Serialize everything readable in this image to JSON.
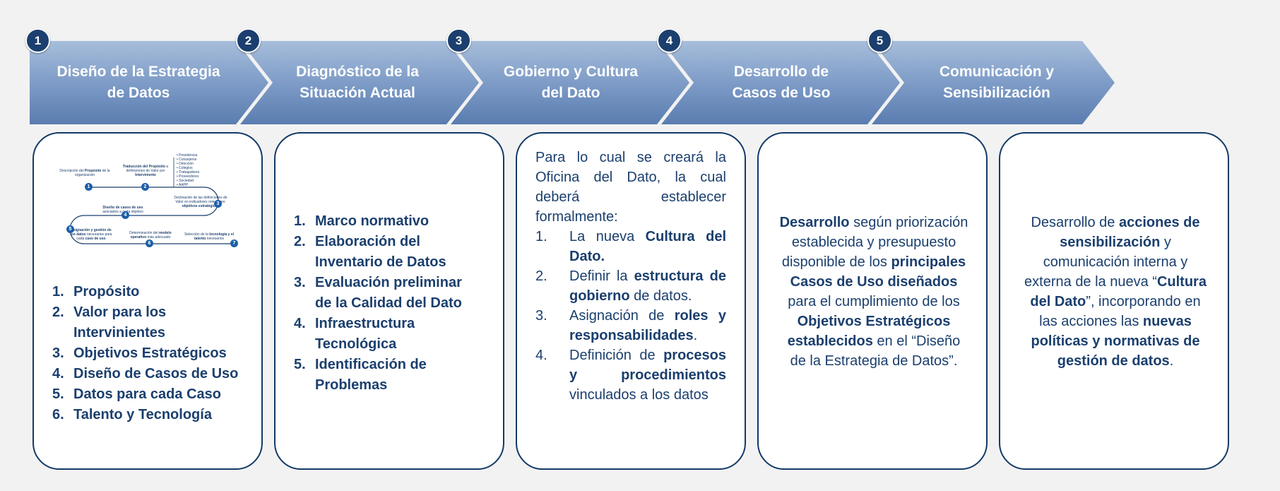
{
  "steps": [
    {
      "num": "1",
      "title": "Diseño de la Estrategia de Datos"
    },
    {
      "num": "2",
      "title": "Diagnóstico de la Situación Actual"
    },
    {
      "num": "3",
      "title": "Gobierno y Cultura del Dato"
    },
    {
      "num": "4",
      "title": "Desarrollo de Casos de Uso"
    },
    {
      "num": "5",
      "title": "Comunicación y Sensibilización"
    }
  ],
  "card1": {
    "mini": {
      "l1a": "Descripción del ",
      "l1b": "Propósito",
      "l1c": " de la organización",
      "l2a": "Traducción del Propósito",
      "l2b": " a definiciones de Valor por ",
      "l2c": "Interviniente",
      "stakeholders": [
        "Presidencia",
        "Consejeros",
        "Dirección",
        "Colegios",
        "Trabajadores",
        "Proveedores",
        "Sociedad",
        "AAPP"
      ],
      "l3a": "Declinación de las definiciones de Valor en indicadores relevantes: ",
      "l3b": "objetivos estratégicos",
      "l4a": "Diseño de casos de uso",
      "l4b": " asociados a cada objetivo",
      "l5a": "Asignación y gestión de ",
      "l5b": "los datos",
      "l5c": " necesarios para cada ",
      "l5d": "caso de uso",
      "l6a": "Determinación del ",
      "l6b": "modelo operativo",
      "l6c": " más adecuado",
      "l7a": "Selección de la ",
      "l7b": "tecnología y el talento",
      "l7c": " necesarios",
      "dots": [
        "1",
        "2",
        "3",
        "4",
        "5",
        "6",
        "7"
      ]
    },
    "items": [
      {
        "n": "1.",
        "t": "Propósito"
      },
      {
        "n": "2.",
        "t": "Valor para los Intervinientes"
      },
      {
        "n": "3.",
        "t": "Objetivos Estratégicos"
      },
      {
        "n": "4.",
        "t": "Diseño de Casos de Uso"
      },
      {
        "n": "5.",
        "t": "Datos para cada Caso"
      },
      {
        "n": "6.",
        "t": "Talento y Tecnología"
      }
    ]
  },
  "card2": {
    "items": [
      {
        "n": "1.",
        "t": "Marco normativo"
      },
      {
        "n": "2.",
        "t": "Elaboración del Inventario de Datos"
      },
      {
        "n": "3.",
        "t": "Evaluación preliminar de la Calidad del Dato"
      },
      {
        "n": "4.",
        "t": "Infraestructura Tecnológica"
      },
      {
        "n": "5.",
        "t": "Identificación de Problemas"
      }
    ]
  },
  "card3": {
    "intro": "Para lo cual se creará la Oficina del Dato, la cual deberá establecer formalmente:",
    "i1": {
      "n": "1",
      "a": "La nueva ",
      "b": "Cultura del Dato."
    },
    "i2": {
      "n": "2",
      "a": "Definir la ",
      "b": "estructura de gobierno",
      "c": " de datos."
    },
    "i3": {
      "n": "3",
      "a": "Asignación de ",
      "b": "roles y responsabilidades",
      "c": "."
    },
    "i4": {
      "n": "4",
      "a": "Definición de ",
      "b": "procesos y procedimientos",
      "c": " vinculados a los datos"
    }
  },
  "card4": {
    "p1": "Desarrollo",
    "p2": " según priorización establecida y presupuesto disponible de los ",
    "p3": "principales Casos de Uso diseñados",
    "p4": " para el cumplimiento de los ",
    "p5": "Objetivos Estratégicos establecidos",
    "p6": " en el “Diseño de la Estrategia de Datos”."
  },
  "card5": {
    "p1": "Desarrollo de ",
    "p2": "acciones de sensibilización",
    "p3": " y comunicación interna y externa de la nueva “",
    "p4": "Cultura del Dato",
    "p5": "”, incorporando en las acciones las ",
    "p6": "nuevas políticas y normativas de gestión de datos",
    "p7": "."
  },
  "colors": {
    "arrow_top": "#9fb7d5",
    "arrow_bottom": "#5b7db1",
    "dark_blue": "#1b3f6e",
    "border": "#123a66"
  }
}
